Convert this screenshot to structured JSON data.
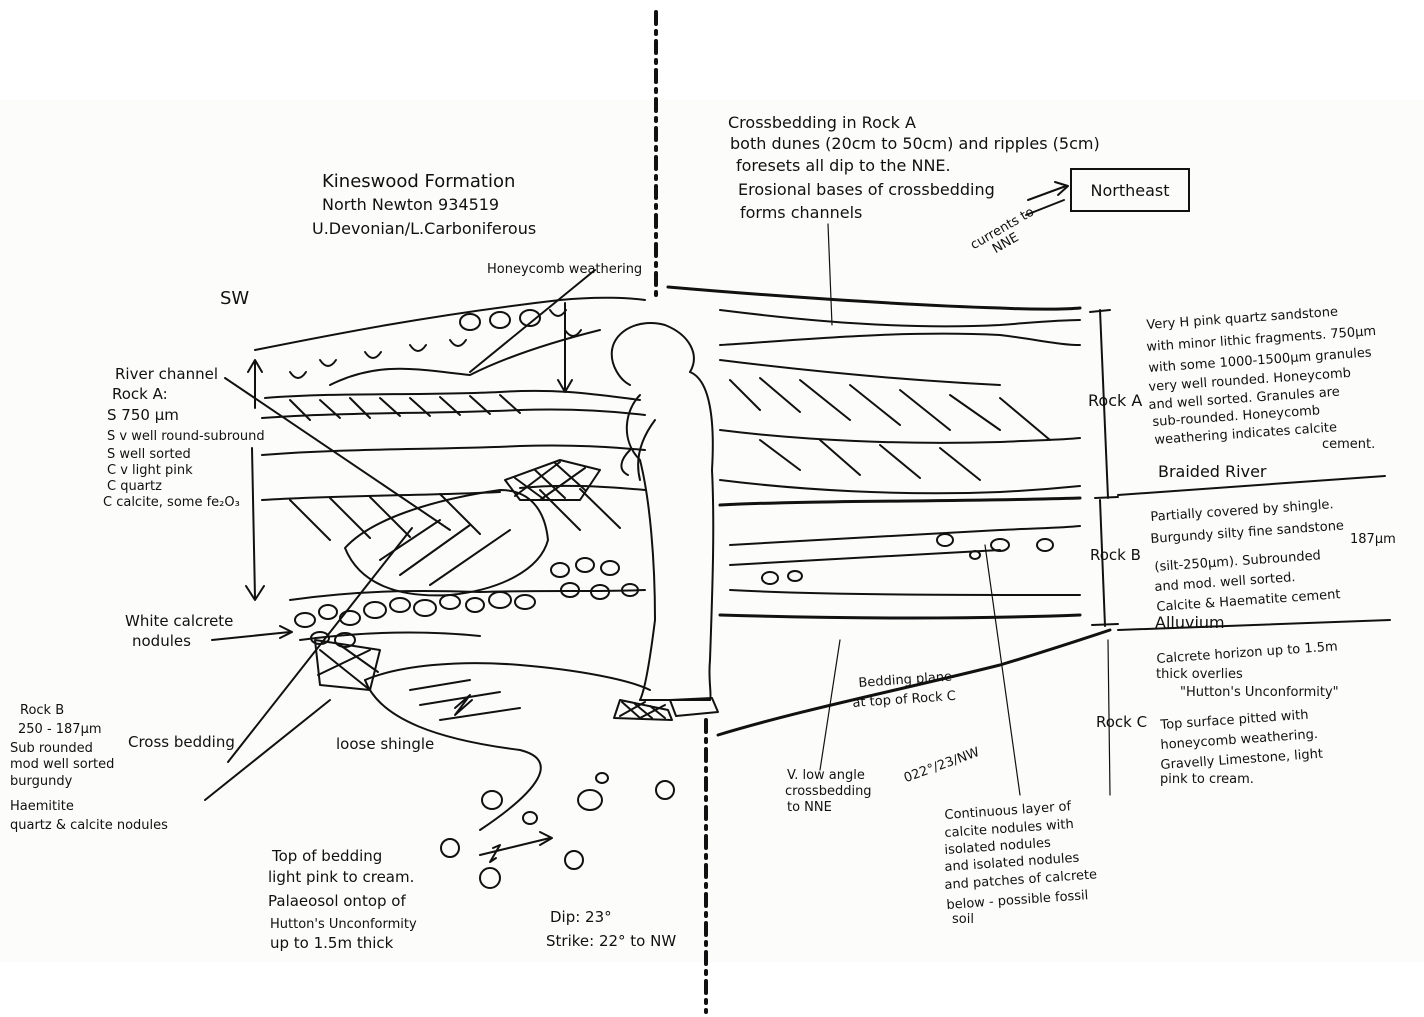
{
  "title": {
    "formation": "Kineswood Formation",
    "location": "North Newton 934519",
    "age": "U.Devonian/L.Carboniferous"
  },
  "labels": {
    "sw": "SW",
    "honeycomb": "Honeycomb weathering",
    "river_channel": "River channel",
    "rock_a_left": [
      "Rock A:",
      "S 750 µm",
      "S v well round-subround",
      "S well sorted",
      "C v light pink",
      "C quartz",
      "C calcite, some fe₂O₃"
    ],
    "white_calcrete": [
      "White calcrete",
      "nodules"
    ],
    "rock_b_left": [
      "Rock B",
      "250 - 187µm",
      "Sub rounded",
      "mod well sorted",
      "burgundy",
      "Haemitite",
      "quartz & calcite nodules"
    ],
    "cross_bedding": "Cross bedding",
    "loose_shingle": "loose shingle",
    "top_of_bedding": [
      "Top of bedding",
      "light pink to cream.",
      "Palaeosol ontop of",
      "Hutton's Unconformity",
      "up to 1.5m thick"
    ],
    "dip": "Dip: 23°",
    "strike": "Strike: 22° to NW",
    "crossbedding_rock_a": [
      "Crossbedding in Rock A",
      "both dunes (20cm to 50cm) and ripples (5cm)",
      "foresets all dip to the NNE.",
      "Erosional bases of crossbedding",
      "forms channels"
    ],
    "currents": [
      "currents to",
      "NNE"
    ],
    "northeast": "Northeast",
    "rock_a": "Rock A",
    "rock_b": "Rock B",
    "rock_c": "Rock C",
    "rock_a_desc": [
      "Very H pink quartz sandstone",
      "with minor lithic fragments. 750µm",
      "with some 1000-1500µm granules",
      "very well rounded. Honeycomb",
      "and well sorted. Granules are",
      "sub-rounded. Honeycomb",
      "weathering indicates calcite",
      "cement."
    ],
    "braided_river": "Braided River",
    "rock_b_desc": [
      "Partially covered by shingle.",
      "Burgundy silty fine sandstone",
      "187µm",
      "(silt-250µm). Subrounded",
      "and mod. well sorted.",
      "Calcite & Haematite cement"
    ],
    "alluvium": "Alluvium",
    "rock_c_desc": [
      "Calcrete horizon up to 1.5m",
      "thick overlies",
      "\"Hutton's Unconformity\"",
      "Top surface pitted with",
      "honeycomb weathering.",
      "Gravelly Limestone, light",
      "pink to cream."
    ],
    "bedding_plane": [
      "Bedding plane",
      "at top of Rock C"
    ],
    "attitude": "022°/23/NW",
    "low_angle": [
      "V. low angle",
      "crossbedding",
      "to NNE"
    ],
    "calcite_nodules": [
      "Continuous layer of",
      "calcite nodules with",
      "isolated nodules",
      "and isolated nodules",
      "and patches of calcrete",
      "below - possible fossil",
      "soil"
    ]
  }
}
